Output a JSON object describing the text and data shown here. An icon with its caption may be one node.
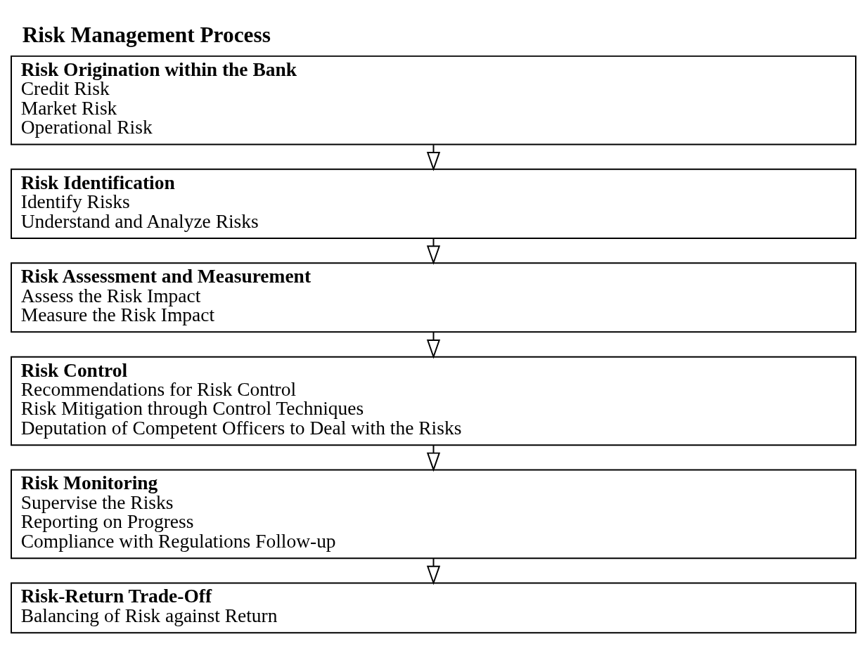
{
  "diagram": {
    "title": "Risk Management Process",
    "nodes": [
      {
        "text": [
          "Risk Origination within the Bank",
          "Credit Risk",
          "Market Risk",
          "Operational Risk"
        ]
      },
      {
        "text": [
          "Risk Identification",
          "Identify Risks",
          "Understand and Analyze Risks"
        ]
      },
      {
        "text": [
          "Risk Assessment and Measurement",
          "Assess the Risk Impact",
          "Measure the Risk Impact"
        ]
      },
      {
        "text": [
          "Risk Control",
          "Recommendations for Risk Control",
          "Risk Mitigation through Control Techniques",
          "Deputation of Competent Officers to Deal with the Risks"
        ]
      },
      {
        "text": [
          "Risk Monitoring",
          "Supervise the Risks",
          "Reporting on Progress",
          "Compliance with Regulations Follow-up"
        ]
      },
      {
        "text": [
          "Risk-Return Trade-Off",
          "Balancing of Risk against Return"
        ]
      }
    ],
    "edges": [
      {
        "from": 0,
        "to": 1,
        "arrow": "to"
      },
      {
        "from": 1,
        "to": 2,
        "arrow": "to"
      },
      {
        "from": 2,
        "to": 3,
        "arrow": "to"
      },
      {
        "from": 3,
        "to": 4,
        "arrow": "to"
      },
      {
        "from": 4,
        "to": 5,
        "arrow": "to"
      }
    ]
  }
}
